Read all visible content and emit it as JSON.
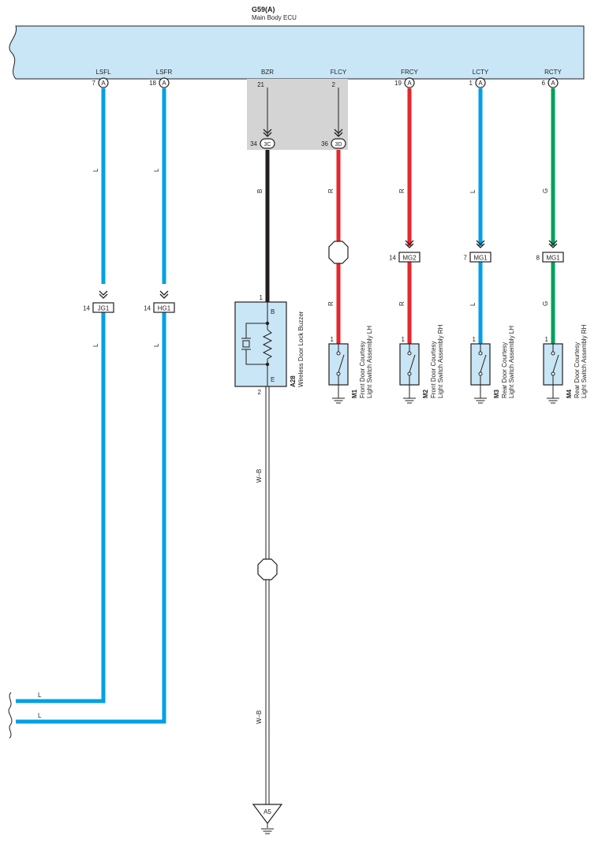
{
  "ecu": {
    "code": "G59(A)",
    "name": "Main Body ECU"
  },
  "colors": {
    "ecu_fill": "#c8e6f5",
    "wire_L": "#00a0e6",
    "wire_R": "#e8262c",
    "wire_G": "#00a05a",
    "wire_B": "#231f20",
    "wire_WB": "#ffffff",
    "gray_box": "#d4d4d4",
    "comp_fill": "#c8e6f5"
  },
  "pins": [
    {
      "id": "lsfl",
      "label": "LSFL",
      "num": "7",
      "conn": "A"
    },
    {
      "id": "lsfr",
      "label": "LSFR",
      "num": "18",
      "conn": "A"
    },
    {
      "id": "bzr",
      "label": "BZR",
      "num": "21",
      "conn": ""
    },
    {
      "id": "flcy",
      "label": "FLCY",
      "num": "2",
      "conn": ""
    },
    {
      "id": "frcy",
      "label": "FRCY",
      "num": "19",
      "conn": "A"
    },
    {
      "id": "lcty",
      "label": "LCTY",
      "num": "1",
      "conn": "A"
    },
    {
      "id": "rcty",
      "label": "RCTY",
      "num": "6",
      "conn": "A"
    }
  ],
  "wire_colors": {
    "lsfl": "L",
    "lsfr": "L",
    "bzr": "B",
    "flcy": "R",
    "frcy": "R",
    "lcty": "L",
    "rcty": "G",
    "ground": "W–B",
    "exit1": "L",
    "exit2": "L"
  },
  "sub_connectors": [
    {
      "id": "3c",
      "num": "34",
      "label": "3C"
    },
    {
      "id": "3d",
      "num": "36",
      "label": "3D"
    }
  ],
  "junctions": [
    {
      "id": "jg1",
      "num": "14",
      "label": "JG1"
    },
    {
      "id": "hg1",
      "num": "14",
      "label": "HG1"
    },
    {
      "id": "mg2",
      "num": "14",
      "label": "MG2"
    },
    {
      "id": "mg1a",
      "num": "7",
      "label": "MG1"
    },
    {
      "id": "mg1b",
      "num": "8",
      "label": "MG1"
    }
  ],
  "buzzer": {
    "code": "A28",
    "name": "Wireless Door Lock Buzzer",
    "pin_in": "1",
    "pin_out": "2",
    "term_b": "B",
    "term_e": "E"
  },
  "switches": [
    {
      "id": "m1",
      "code": "M1",
      "line1": "Front Door Courtesy",
      "line2": "Light Switch Assembly LH",
      "pin": "1"
    },
    {
      "id": "m2",
      "code": "M2",
      "line1": "Front Door Courtesy",
      "line2": "Light Switch Assembly RH",
      "pin": "1"
    },
    {
      "id": "m3",
      "code": "M3",
      "line1": "Rear Door Courtesy",
      "line2": "Light Switch Assembly LH",
      "pin": "1"
    },
    {
      "id": "m4",
      "code": "M4",
      "line1": "Rear Door Courtesy",
      "line2": "Light Switch Assembly RH",
      "pin": "1"
    }
  ],
  "ground": {
    "label": "A5"
  }
}
